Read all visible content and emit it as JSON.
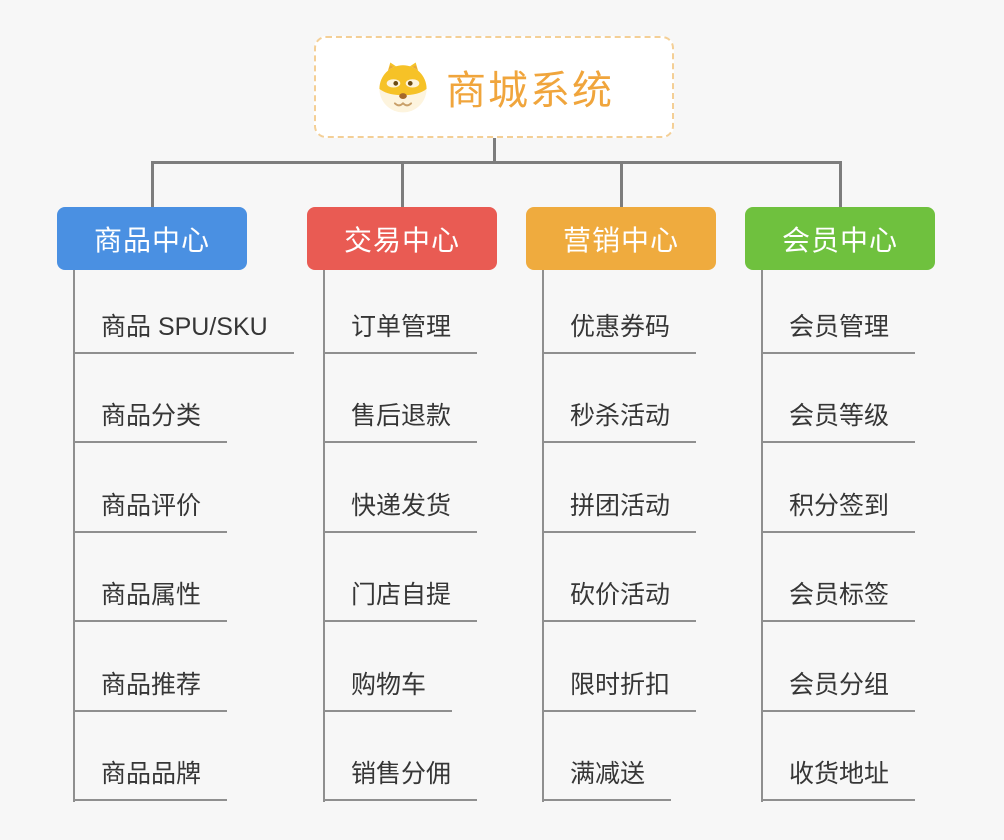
{
  "root": {
    "title": "商城系统",
    "icon": "shiba-dog-icon",
    "text_color": "#f0a53c",
    "border_color": "#f4cf96"
  },
  "branches": [
    {
      "label": "商品中心",
      "color": "#4a90e2",
      "items": [
        "商品 SPU/SKU",
        "商品分类",
        "商品评价",
        "商品属性",
        "商品推荐",
        "商品品牌"
      ]
    },
    {
      "label": "交易中心",
      "color": "#e95b53",
      "items": [
        "订单管理",
        "售后退款",
        "快递发货",
        "门店自提",
        "购物车",
        "销售分佣"
      ]
    },
    {
      "label": "营销中心",
      "color": "#efab3e",
      "items": [
        "优惠券码",
        "秒杀活动",
        "拼团活动",
        "砍价活动",
        "限时折扣",
        "满减送"
      ]
    },
    {
      "label": "会员中心",
      "color": "#6fc13e",
      "items": [
        "会员管理",
        "会员等级",
        "积分签到",
        "会员标签",
        "会员分组",
        "收货地址"
      ]
    }
  ],
  "colors": {
    "background": "#f7f7f7",
    "connector": "#7d7d7d",
    "item_underline": "#8f8f8f",
    "item_text": "#363636"
  }
}
